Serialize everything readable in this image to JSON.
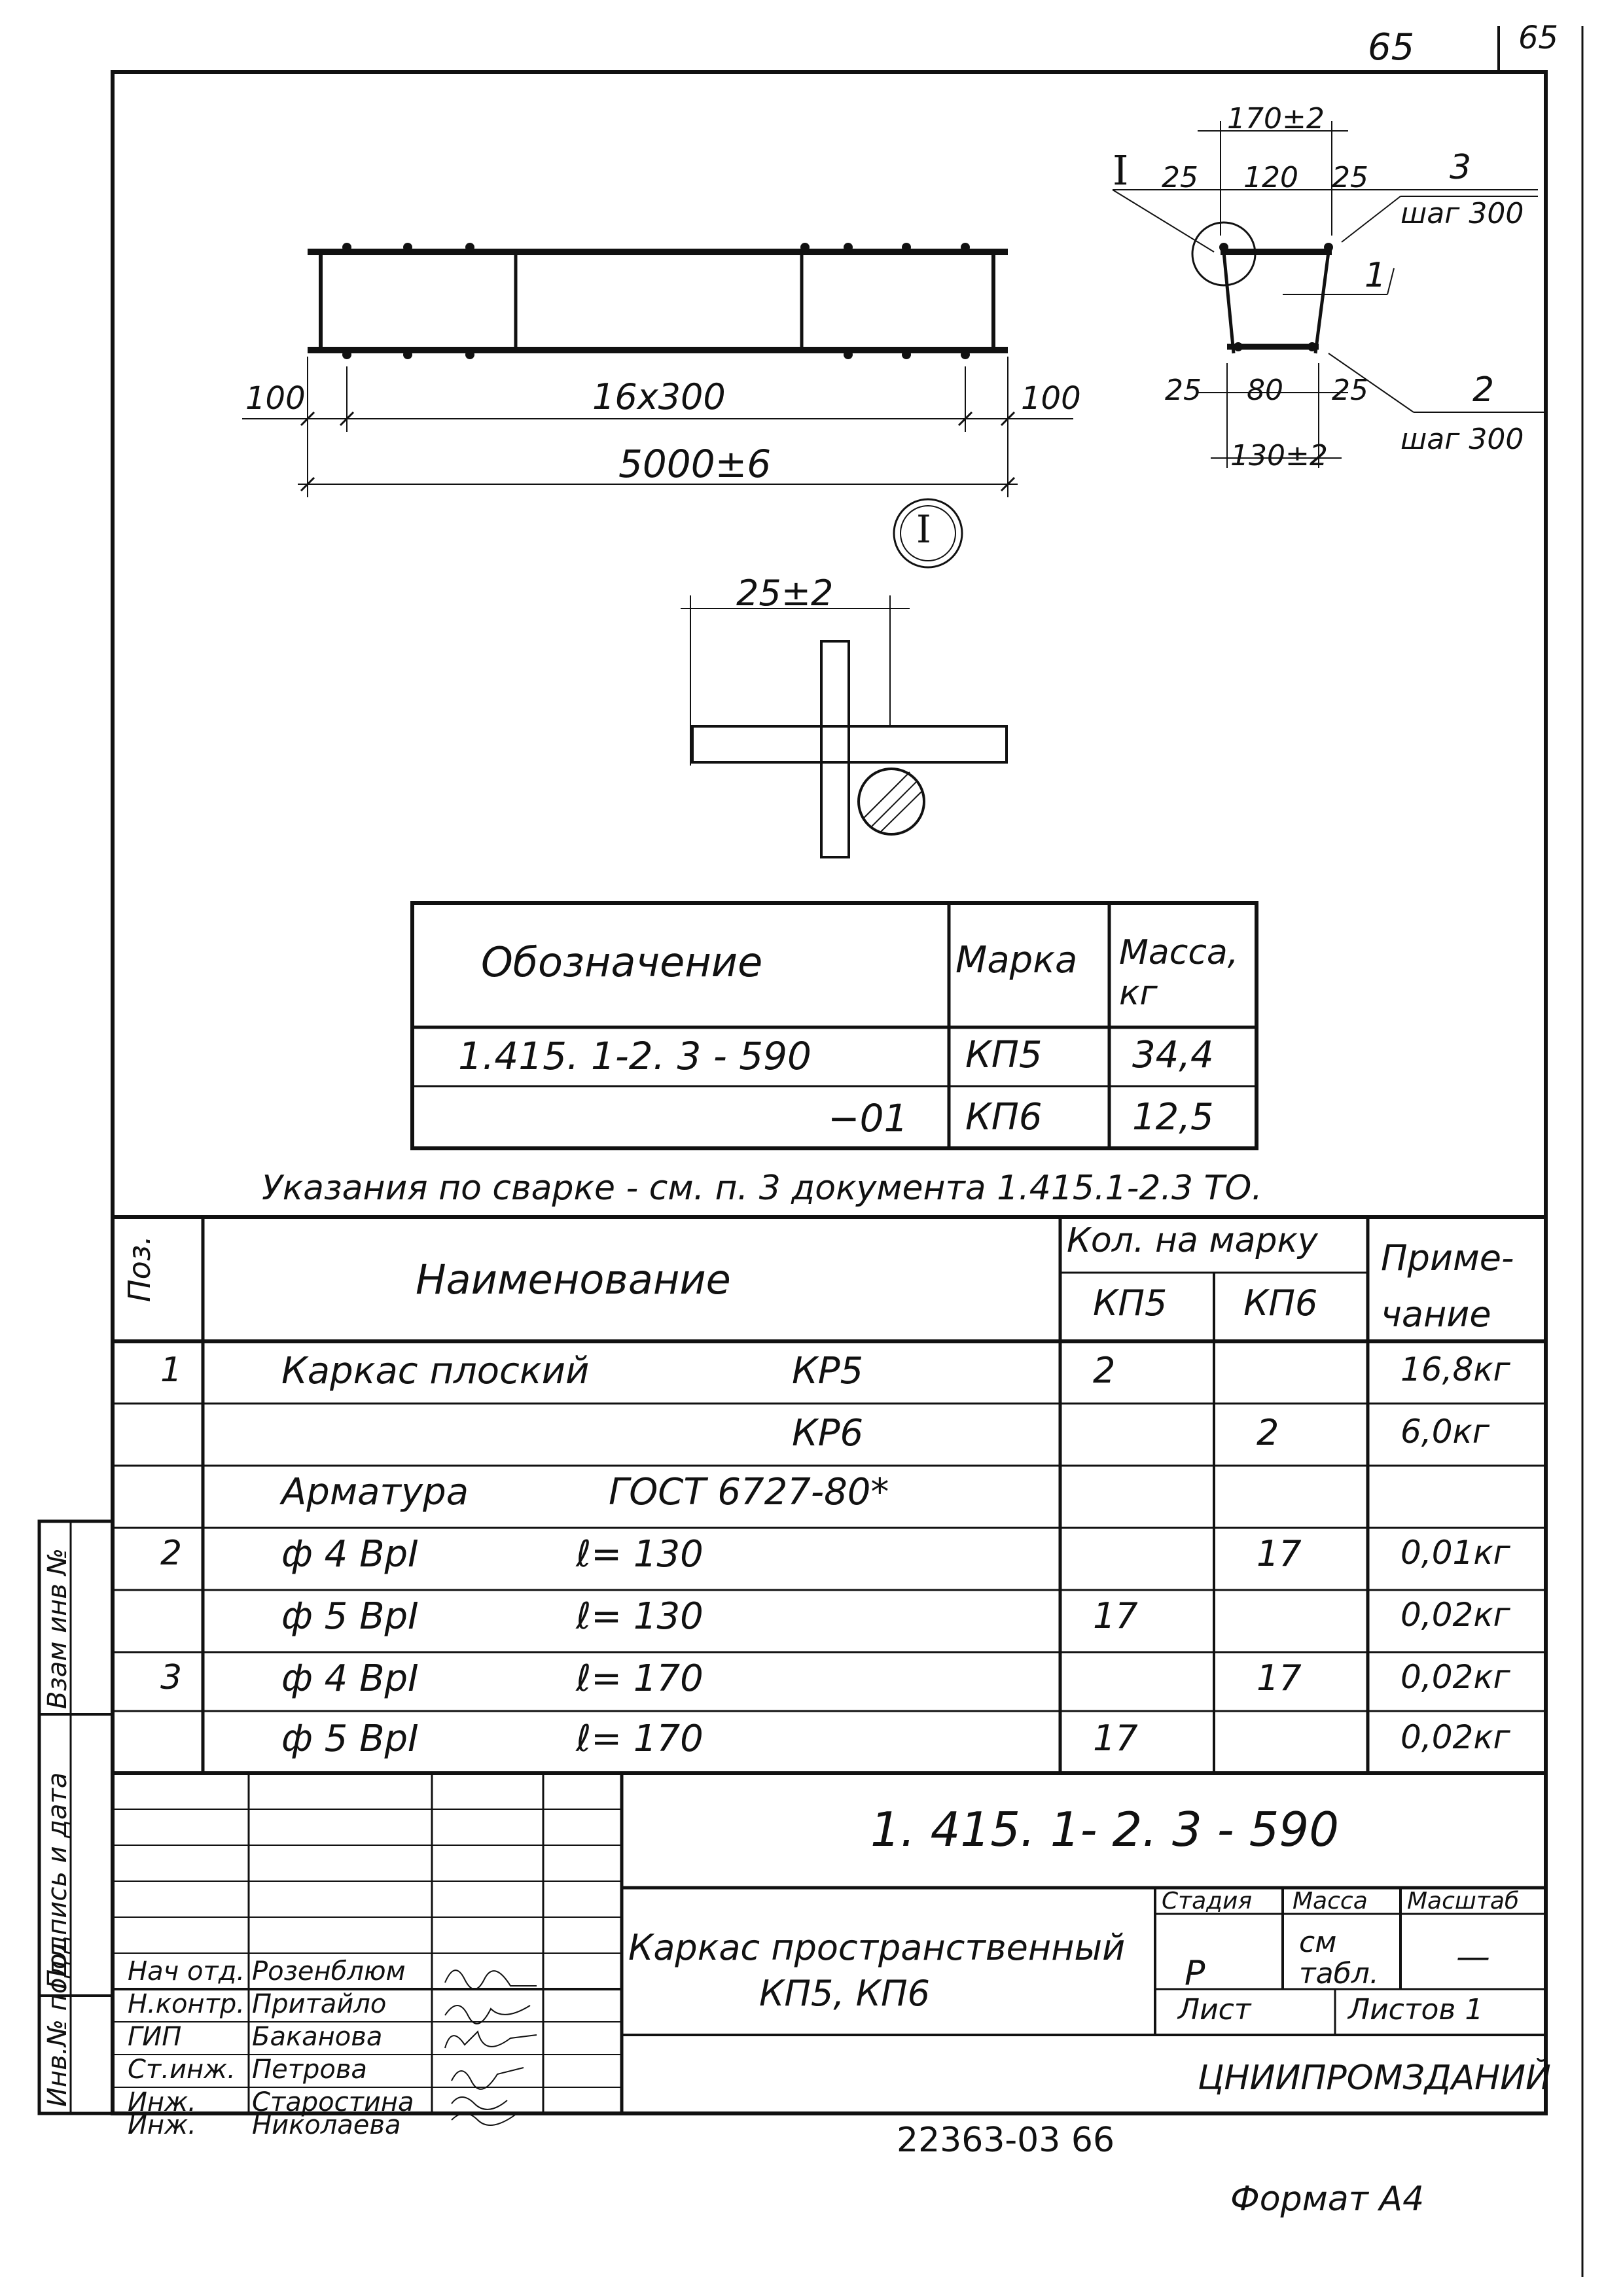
{
  "page_number_left": "65",
  "page_number_right": "65",
  "drawing": {
    "elevation": {
      "dim_spacing": "16x300",
      "dim_end_left": "100",
      "dim_end_right": "100",
      "dim_total": "5000±6"
    },
    "section": {
      "label": "I",
      "dim_top_total": "170±2",
      "dim_top_left": "25",
      "dim_top_mid": "120",
      "dim_top_right": "25",
      "dim_bot_left": "25",
      "dim_bot_mid": "80",
      "dim_bot_right": "25",
      "dim_bot_total": "130±2",
      "pos3": "3",
      "pos3_step": "шаг 300",
      "pos1": "1",
      "pos2": "2",
      "pos2_step": "шаг 300"
    },
    "detail": {
      "label": "I",
      "dim": "25±2"
    }
  },
  "mark_table": {
    "headers": {
      "designation": "Обозначение",
      "mark": "Марка",
      "mass": "Масса, кг"
    },
    "rows": [
      {
        "designation": "1.415. 1-2. 3 - 590",
        "mark": "КП5",
        "mass": "34,4"
      },
      {
        "designation": "−01",
        "mark": "КП6",
        "mass": "12,5"
      }
    ]
  },
  "welding_note": "Указания по сварке - см. п. 3 документа 1.415.1-2.3 ТО.",
  "spec_table": {
    "headers": {
      "pos": "Поз.",
      "name": "Наименование",
      "qty": "Кол. на марку",
      "qty_kp5": "КП5",
      "qty_kp6": "КП6",
      "note": "Приме-чание"
    },
    "rows": [
      {
        "pos": "1",
        "name": "Каркас плоский",
        "ref": "КР5",
        "kp5": "2",
        "kp6": "",
        "note": "16,8кг"
      },
      {
        "pos": "",
        "name": "",
        "ref": "КР6",
        "kp5": "",
        "kp6": "2",
        "note": "6,0кг"
      },
      {
        "pos": "",
        "name": "Арматура",
        "ref": "ГОСТ 6727-80*",
        "kp5": "",
        "kp6": "",
        "note": ""
      },
      {
        "pos": "2",
        "name": "ф 4 ВрI",
        "ref": "ℓ= 130",
        "kp5": "",
        "kp6": "17",
        "note": "0,01кг"
      },
      {
        "pos": "",
        "name": "ф 5 ВрI",
        "ref": "ℓ= 130",
        "kp5": "17",
        "kp6": "",
        "note": "0,02кг"
      },
      {
        "pos": "3",
        "name": "ф 4 ВрI",
        "ref": "ℓ= 170",
        "kp5": "",
        "kp6": "17",
        "note": "0,02кг"
      },
      {
        "pos": "",
        "name": "ф 5 ВрI",
        "ref": "ℓ= 170",
        "kp5": "17",
        "kp6": "",
        "note": "0,02кг"
      }
    ]
  },
  "title_block": {
    "doc_code": "1. 415. 1- 2. 3 - 590",
    "title_line1": "Каркас пространственный",
    "title_line2": "КП5, КП6",
    "stage_label": "Стадия",
    "mass_label": "Масса",
    "scale_label": "Масштаб",
    "stage": "Р",
    "mass": "см табл.",
    "scale": "—",
    "sheet_label": "Лист",
    "sheets_label": "Листов 1",
    "organization": "ЦНИИПРОМЗДАНИЙ",
    "people": [
      {
        "role": "Нач отд.",
        "name": "Розенблюм"
      },
      {
        "role": "Н.контр.",
        "name": "Притайло"
      },
      {
        "role": "ГИП",
        "name": "Баканова"
      },
      {
        "role": "Ст.инж.",
        "name": "Петрова"
      },
      {
        "role": "Инж.",
        "name": "Старостина"
      },
      {
        "role": "Инж.",
        "name": "Николаева"
      }
    ]
  },
  "side_stamp": {
    "inv_no_orig": "Инв.№ подл.",
    "sign_date": "Подпись и дата",
    "replace_inv": "Взам инв №"
  },
  "bottom_code": "22363-03 66",
  "format": "Формат А4"
}
